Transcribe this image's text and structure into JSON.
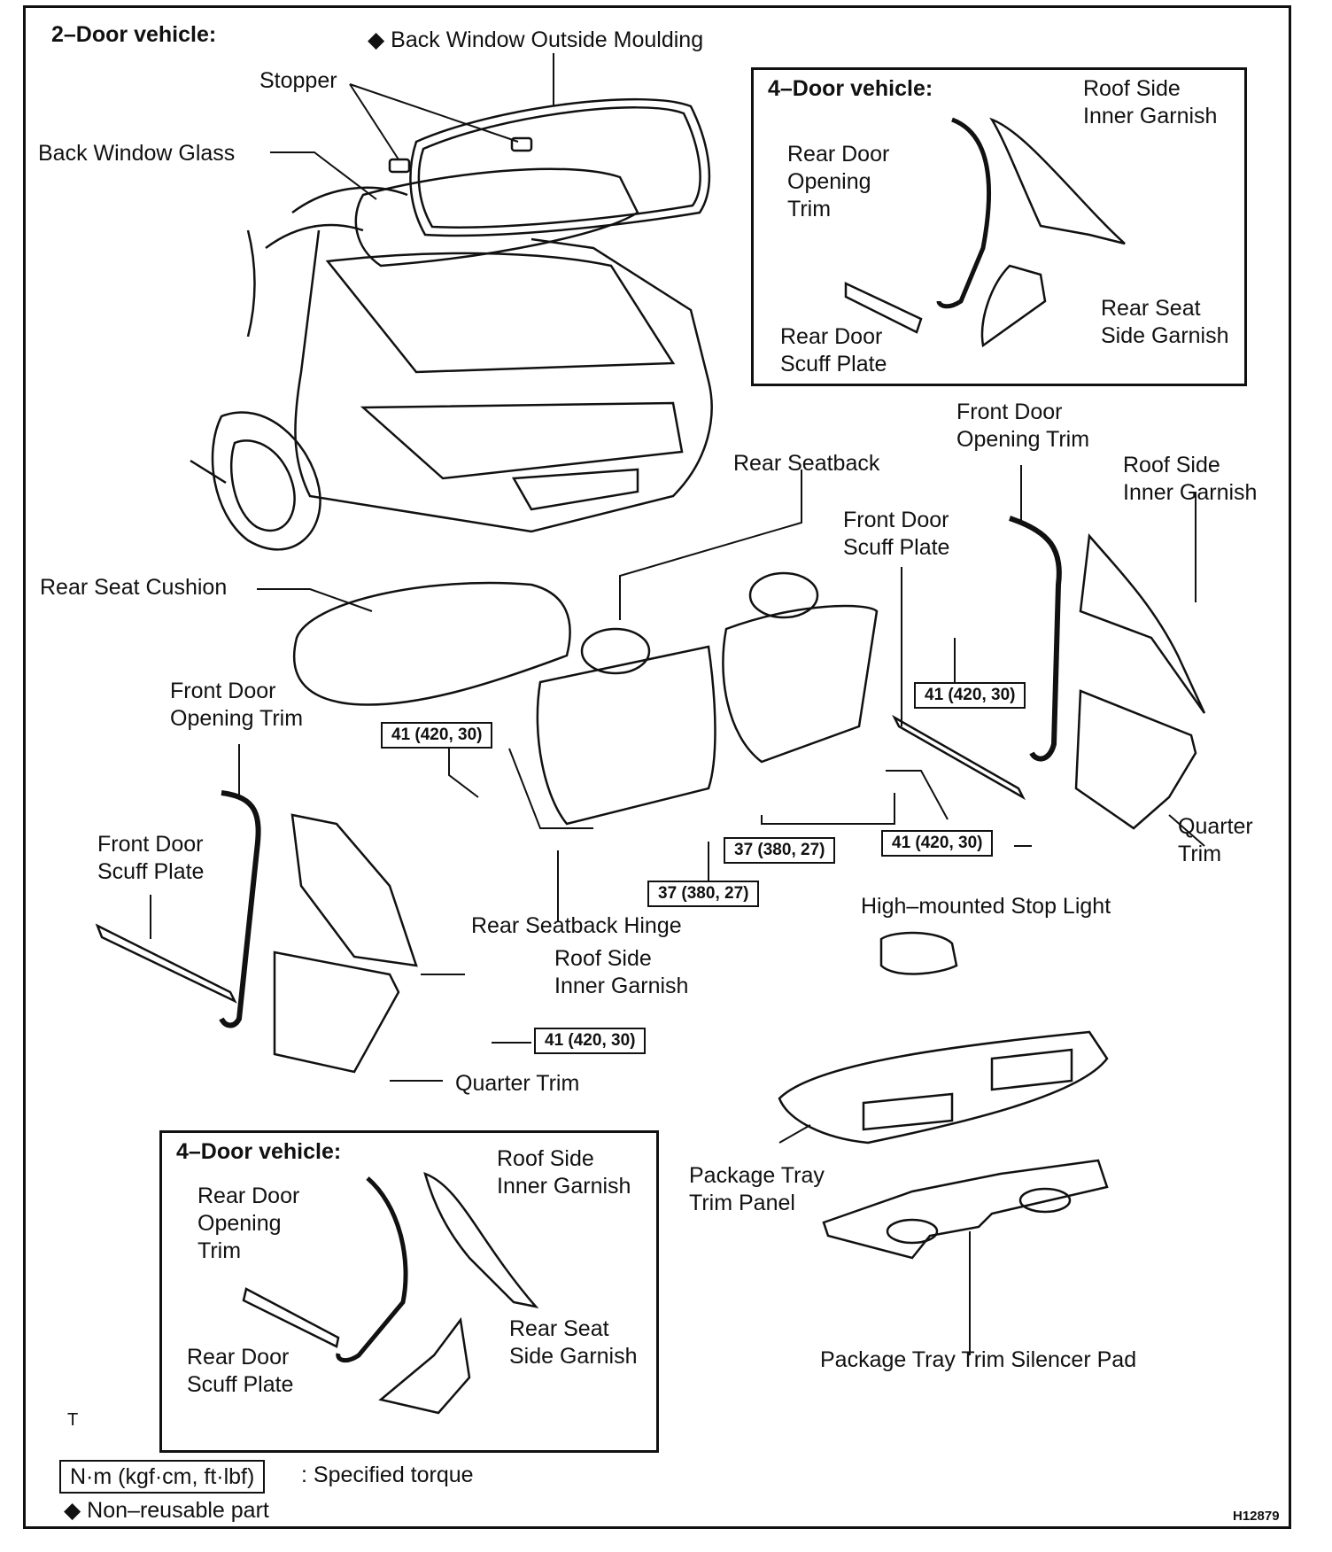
{
  "diagram": {
    "figure_id": "H12879",
    "corner_mark": "T",
    "main_section_title": "2–Door vehicle:",
    "labels": {
      "back_window_outside_moulding": "◆ Back Window Outside Moulding",
      "stopper": "Stopper",
      "back_window_glass": "Back Window Glass",
      "rear_seatback": "Rear Seatback",
      "front_door_opening_trim_right": "Front Door\nOpening Trim",
      "roof_side_inner_garnish_right": "Roof Side\nInner Garnish",
      "front_door_scuff_plate_right": "Front Door\nScuff Plate",
      "rear_seat_cushion": "Rear Seat Cushion",
      "front_door_opening_trim_left": "Front Door\nOpening Trim",
      "front_door_scuff_plate_left": "Front Door\nScuff Plate",
      "rear_seatback_hinge": "Rear Seatback Hinge",
      "roof_side_inner_garnish_left": "Roof Side\nInner Garnish",
      "quarter_trim_left": "Quarter Trim",
      "quarter_trim_right": "Quarter\nTrim",
      "high_mounted_stop_light": "High–mounted Stop Light",
      "package_tray_trim_panel": "Package Tray\nTrim Panel",
      "package_tray_trim_silencer_pad": "Package Tray Trim Silencer Pad"
    },
    "torque_specs": {
      "t1": "41 (420, 30)",
      "t2": "41 (420, 30)",
      "t3": "37 (380, 27)",
      "t4": "37 (380, 27)",
      "t5": "41 (420, 30)",
      "t6": "41 (420, 30)"
    },
    "inset_top": {
      "title": "4–Door vehicle:",
      "roof_side_inner_garnish": "Roof Side\nInner Garnish",
      "rear_door_opening_trim": "Rear Door\nOpening\nTrim",
      "rear_door_scuff_plate": "Rear Door\nScuff Plate",
      "rear_seat_side_garnish": "Rear Seat\nSide Garnish"
    },
    "inset_bottom": {
      "title": "4–Door vehicle:",
      "roof_side_inner_garnish": "Roof Side\nInner Garnish",
      "rear_door_opening_trim": "Rear Door\nOpening\nTrim",
      "rear_door_scuff_plate": "Rear Door\nScuff Plate",
      "rear_seat_side_garnish": "Rear Seat\nSide Garnish"
    },
    "legend": {
      "torque_unit": "N·m (kgf·cm, ft·lbf)",
      "torque_desc": ": Specified torque",
      "non_reusable": "◆ Non–reusable part"
    }
  }
}
